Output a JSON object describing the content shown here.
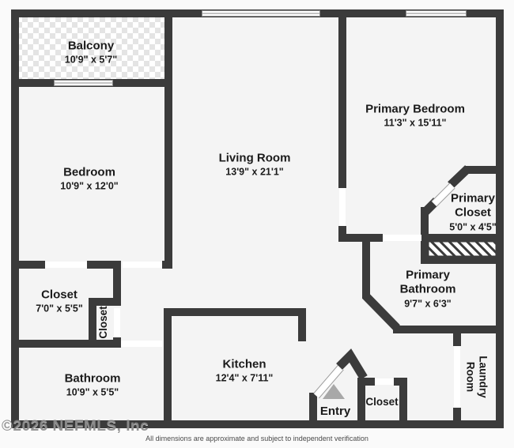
{
  "rooms": {
    "balcony": {
      "name": "Balcony",
      "dims": "10'9\" x 5'7\""
    },
    "bedroom": {
      "name": "Bedroom",
      "dims": "10'9\" x 12'0\""
    },
    "living_room": {
      "name": "Living Room",
      "dims": "13'9\" x 21'1\""
    },
    "primary_bedroom": {
      "name": "Primary Bedroom",
      "dims": "11'3\" x 15'11\""
    },
    "primary_closet": {
      "name_line1": "Primary",
      "name_line2": "Closet",
      "dims": "5'0\" x 4'5\""
    },
    "primary_bathroom": {
      "name_line1": "Primary",
      "name_line2": "Bathroom",
      "dims": "9'7\" x 6'3\""
    },
    "hall_closet": {
      "name": "Closet",
      "dims": "7'0\" x 5'5\""
    },
    "pocket_closet": {
      "name": "Closet"
    },
    "bathroom": {
      "name": "Bathroom",
      "dims": "10'9\" x 5'5\""
    },
    "kitchen": {
      "name": "Kitchen",
      "dims": "12'4\" x 7'11\""
    },
    "entry": {
      "name": "Entry"
    },
    "entry_closet": {
      "name": "Closet"
    },
    "laundry_room": {
      "name_line1": "Laundry",
      "name_line2": "Room"
    }
  },
  "watermark": "©2026 NEFMLS, Inc",
  "footer": "All dimensions are approximate and subject to independent verification",
  "colors": {
    "wall": "#3b3b3b",
    "floor": "#f4f4f4",
    "background": "#fafafa",
    "entry_arrow": "#a8a8a8",
    "door_frame": "#9a9a9a"
  }
}
